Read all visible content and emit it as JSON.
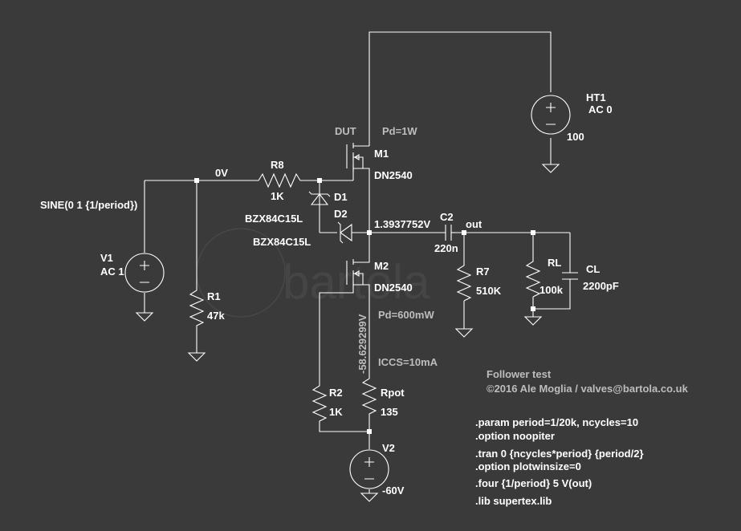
{
  "components": {
    "v1": {
      "name": "V1",
      "value": "AC 1",
      "source": "SINE(0 1 {1/period})"
    },
    "r1": {
      "name": "R1",
      "value": "47k"
    },
    "r8": {
      "name": "R8",
      "value": "1K"
    },
    "d1": {
      "name": "D1",
      "value": "BZX84C15L"
    },
    "d2": {
      "name": "D2",
      "value": "BZX84C15L"
    },
    "m1": {
      "name": "M1",
      "value": "DN2540",
      "tag": "DUT",
      "note": "Pd=1W"
    },
    "m2": {
      "name": "M2",
      "value": "DN2540",
      "note": "Pd=600mW"
    },
    "ht1": {
      "name": "HT1",
      "value": "AC 0",
      "dc": "100"
    },
    "c2": {
      "name": "C2",
      "value": "220n"
    },
    "r7": {
      "name": "R7",
      "value": "510K"
    },
    "rl": {
      "name": "RL",
      "value": "100k"
    },
    "cl": {
      "name": "CL",
      "value": "2200pF"
    },
    "r2": {
      "name": "R2",
      "value": "1K"
    },
    "rpot": {
      "name": "Rpot",
      "value": "135"
    },
    "v2": {
      "name": "V2",
      "value": "-60V"
    }
  },
  "nodes": {
    "input_voltage": "0V",
    "source_voltage": "1.3937752V",
    "m2_voltage": "-58.629299V",
    "out_label": "out",
    "iccs": "ICCS=10mA"
  },
  "credits": {
    "title": "Follower test",
    "author": "©2016 Ale Moglia / valves@bartola.co.uk"
  },
  "directives": [
    ".param period=1/20k, ncycles=10",
    ".option noopiter",
    ".tran 0 {ncycles*period} {period/2}",
    ".option plotwinsize=0",
    ".four {1/period} 5 V(out)",
    ".lib supertex.lib"
  ],
  "watermark": "bartola"
}
